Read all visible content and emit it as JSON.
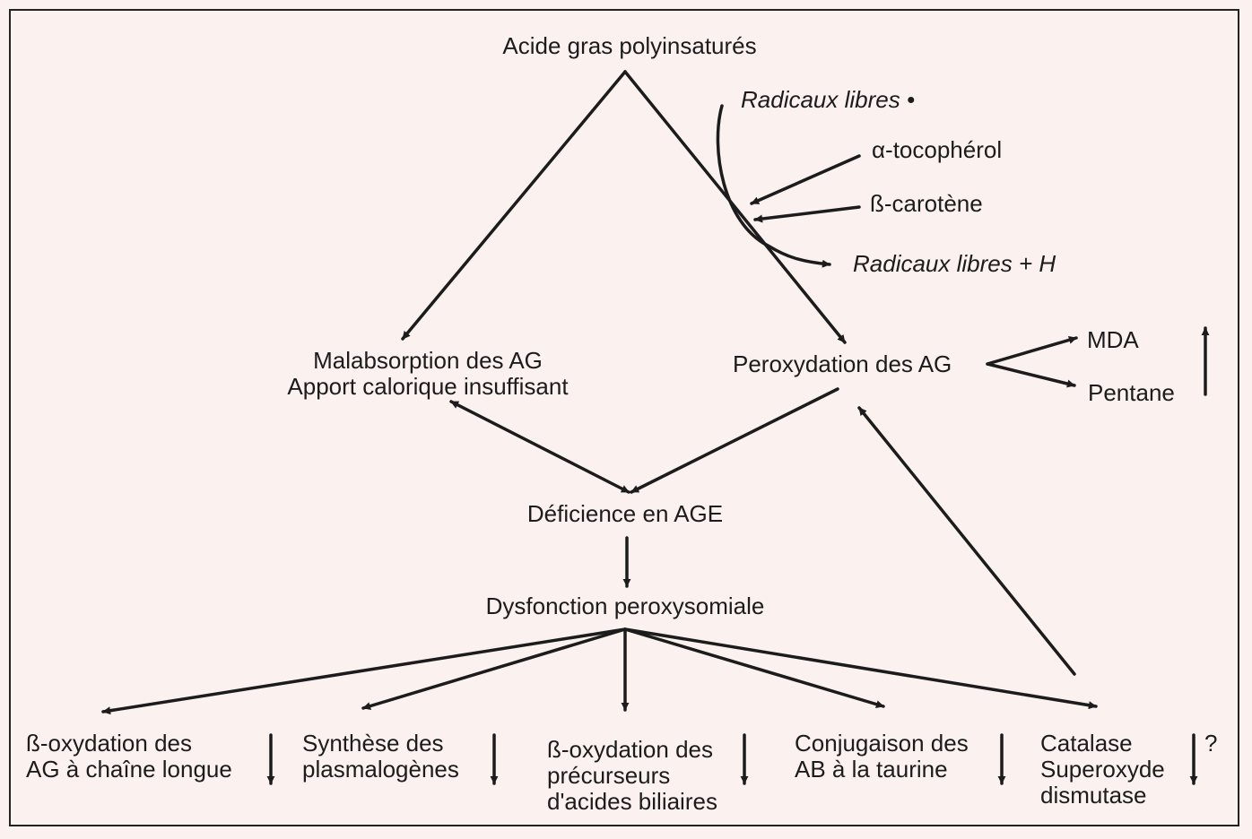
{
  "nodes": {
    "pufa": "Acide gras polyinsaturés",
    "radicals_in": "Radicaux libres •",
    "tocopherol": "α-tocophérol",
    "carotene": "ß-carotène",
    "radicals_out": "Radicaux libres + H",
    "malabsorption_l1": "Malabsorption des AG",
    "malabsorption_l2": "Apport calorique insuffisant",
    "peroxidation": "Peroxydation des AG",
    "mda": "MDA",
    "pentane": "Pentane",
    "deficiency": "Déficience en AGE",
    "dysfunction": "Dysfonction peroxysomiale"
  },
  "outcomes": [
    {
      "lines": [
        "ß-oxydation des",
        "AG à chaîne longue"
      ],
      "trend": "decrease"
    },
    {
      "lines": [
        "Synthèse des",
        "plasmalogènes"
      ],
      "trend": "decrease"
    },
    {
      "lines": [
        "ß-oxydation des",
        "précurseurs",
        "d'acides biliaires"
      ],
      "trend": "decrease"
    },
    {
      "lines": [
        "Conjugaison des",
        "AB à la taurine"
      ],
      "trend": "decrease"
    },
    {
      "lines": [
        "Catalase",
        "Superoxyde",
        "dismutase"
      ],
      "trend": "decrease",
      "note": "?"
    }
  ],
  "markers": {
    "increase": "increase",
    "mda_pentane_trend": "increase"
  }
}
